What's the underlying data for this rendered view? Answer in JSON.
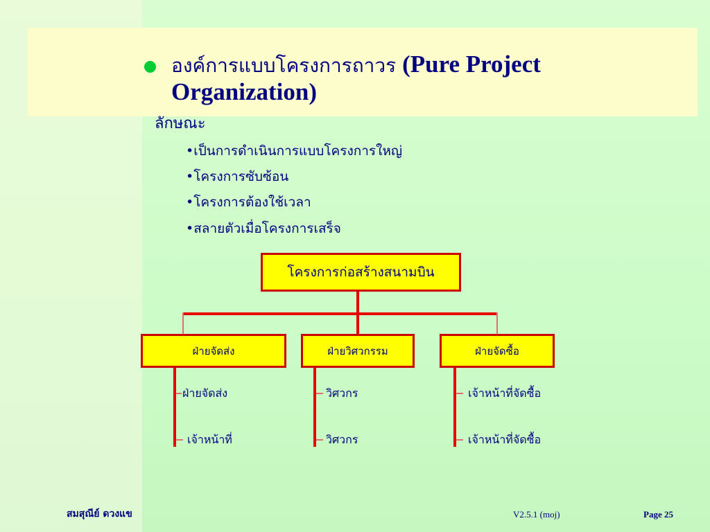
{
  "title": {
    "thai": "องค์การแบบโครงการถาวร ",
    "english": "(Pure Project Organization)"
  },
  "subheading": "ลักษณะ",
  "features": [
    "•เป็นการดำเนินการแบบโครงการใหญ่",
    "•โครงการซับซ้อน",
    "•โครงการต้องใช้เวลา",
    "•สลายตัวเมื่อโครงการเสร็จ"
  ],
  "org_chart": {
    "root": "โครงการก่อสร้างสนามบิน",
    "departments": [
      {
        "name": "ฝ่ายจัดส่ง",
        "children": [
          "ฝ่ายจัดส่ง",
          "เจ้าหน้าที่"
        ]
      },
      {
        "name": "ฝ่ายวิศวกรรม",
        "children": [
          "วิศวกร",
          "วิศวกร"
        ]
      },
      {
        "name": "ฝ่ายจัดซื้อ",
        "children": [
          "เจ้าหน้าที่จัดซื้อ",
          "เจ้าหน้าที่จัดซื้อ"
        ]
      }
    ]
  },
  "footer": {
    "author": "สมสุณีย์  ดวงแข",
    "version": "V2.5.1 (moj)",
    "page": "Page 25"
  },
  "colors": {
    "box_fill": "#ffff00",
    "box_border": "#cc0000",
    "connector": "#e80000",
    "text": "#000080",
    "bullet": "#00cc33",
    "title_band": "#fdfdcc"
  }
}
